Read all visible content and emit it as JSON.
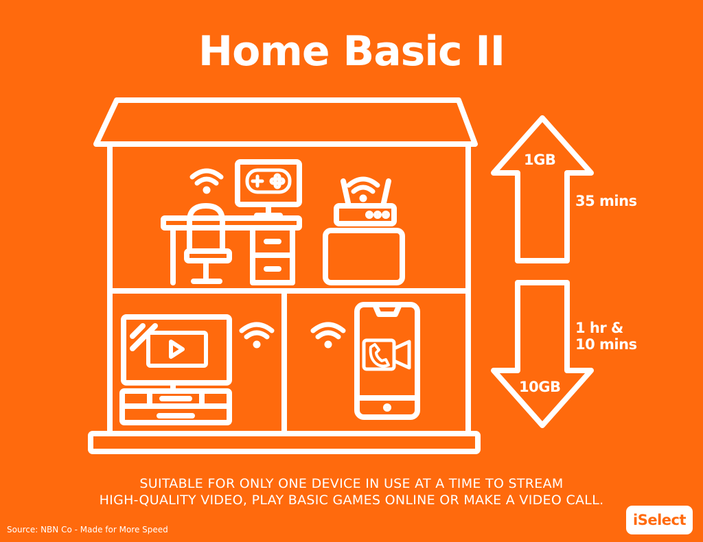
{
  "title": "Home Basic II",
  "upload": {
    "amount": "1GB",
    "time": "35 mins"
  },
  "download": {
    "amount": "10GB",
    "time_line1": "1 hr &",
    "time_line2": "10 mins"
  },
  "caption": {
    "line1": "SUITABLE FOR ONLY ONE DEVICE IN USE AT A TIME TO STREAM",
    "line2": "HIGH-QUALITY VIDEO, PLAY BASIC GAMES ONLINE OR MAKE A VIDEO CALL."
  },
  "source": "Source: NBN Co - Made for More Speed",
  "brand": "iSelect",
  "colors": {
    "background": "#FF6A0D",
    "foreground": "#FFFFFF"
  },
  "icons": [
    "house-icon",
    "wifi-icon",
    "game-controller-icon",
    "monitor-icon",
    "office-chair-icon",
    "desk-icon",
    "router-icon",
    "tv-icon",
    "play-icon",
    "tv-stand-icon",
    "smartphone-icon",
    "video-call-icon",
    "phone-handset-icon",
    "arrow-up-icon",
    "arrow-down-icon"
  ]
}
